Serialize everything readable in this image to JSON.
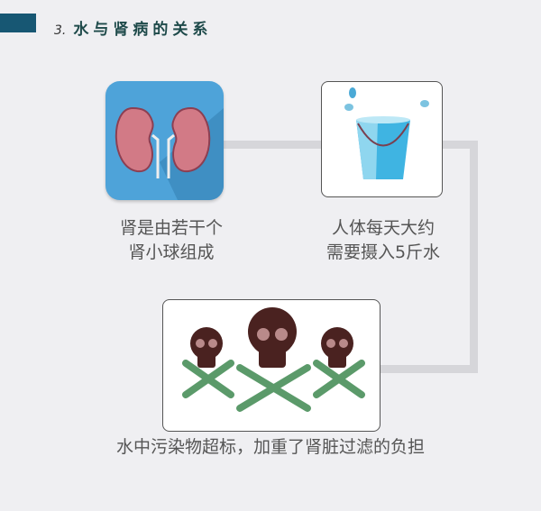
{
  "header": {
    "number": "3.",
    "title": "水与肾病的关系"
  },
  "steps": [
    {
      "icon": "kidney-icon",
      "caption_line1": "肾是由若干个",
      "caption_line2": "肾小球组成"
    },
    {
      "icon": "water-bucket-icon",
      "caption_line1": "人体每天大约",
      "caption_line2": "需要摄入5斤水"
    },
    {
      "icon": "skull-crossbones-icon",
      "caption": "水中污染物超标，加重了肾脏过滤的负担"
    }
  ],
  "colors": {
    "accent_bar": "#175773",
    "tile": "#4ea3d9",
    "skull": "#4a2220",
    "bones": "#5b9a6a"
  }
}
